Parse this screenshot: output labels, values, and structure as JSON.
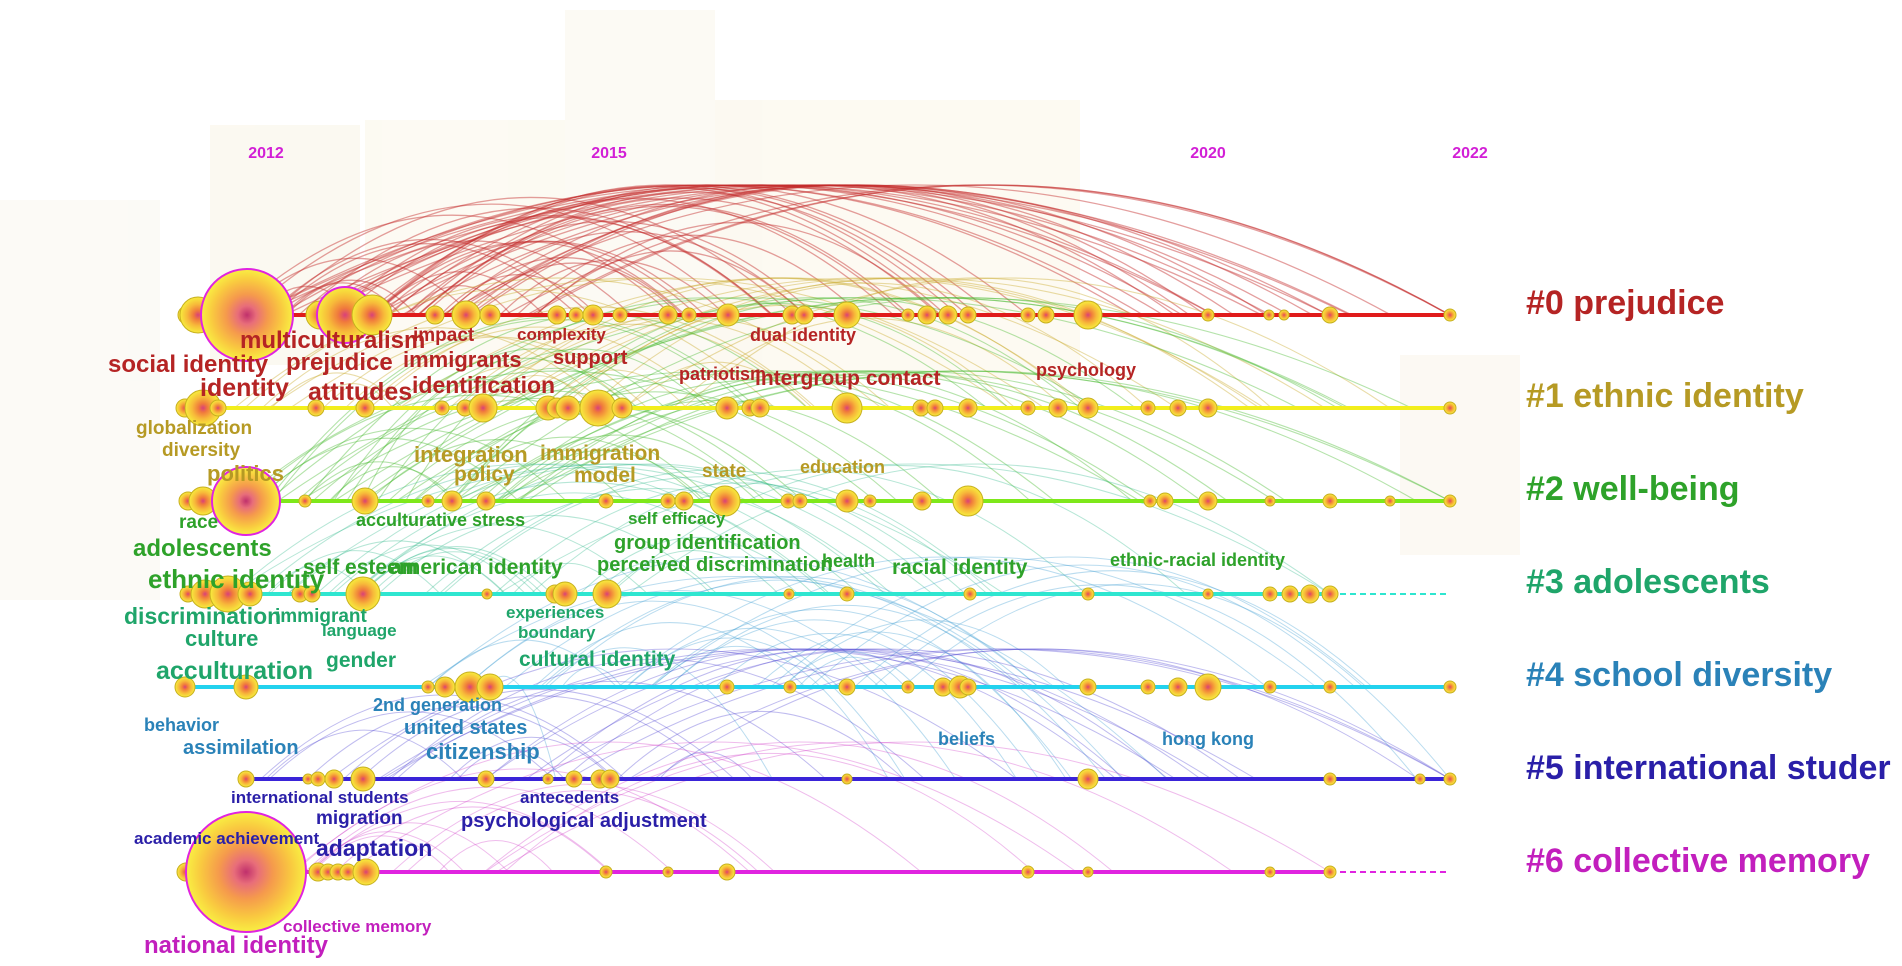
{
  "years": {
    "y2012": "2012",
    "y2015": "2015",
    "y2020": "2020",
    "y2022": "2022"
  },
  "colors": {
    "year": "#d21fd6",
    "c0": "#b52424",
    "c0line": "#e01b1b",
    "c1": "#b69a24",
    "c1line": "#f2ee1c",
    "c2": "#2ea22a",
    "c2line": "#7ee81a",
    "c3": "#1fa56a",
    "c3line": "#2ee6d0",
    "c4": "#2a82b8",
    "c4line": "#22d2ee",
    "c5": "#2a1fa8",
    "c5line": "#3a24d8",
    "c6": "#c21fbd",
    "c6line": "#e024e0"
  },
  "clusters": {
    "c0": "#0 prejudice",
    "c1": "#1 ethnic identity",
    "c2": "#2 well-being",
    "c3": "#3 adolescents",
    "c4": "#4 school diversity",
    "c5": "#5 international studer",
    "c6": "#6 collective memory"
  },
  "keywords": {
    "multiculturalism": "multiculturalism",
    "impact": "impact",
    "complexity": "complexity",
    "dual_identity": "dual identity",
    "social_identity": "social identity",
    "prejudice": "prejudice",
    "immigrants": "immigrants",
    "support": "support",
    "identity": "identity",
    "attitudes": "attitudes",
    "identification": "identification",
    "patriotism": "patriotism",
    "intergroup_contact": "intergroup contact",
    "psychology": "psychology",
    "globalization": "globalization",
    "diversity": "diversity",
    "politics": "politics",
    "integration": "integration",
    "immigration": "immigration",
    "policy": "policy",
    "model": "model",
    "state": "state",
    "education": "education",
    "race": "race",
    "acculturative_stress": "acculturative stress",
    "self_efficacy": "self efficacy",
    "adolescents": "adolescents",
    "group_identification": "group identification",
    "ethnic_identity": "ethnic identity",
    "self_esteem": "self esteem",
    "american_identity": "american identity",
    "perceived_discrimination": "perceived discrimination",
    "health": "health",
    "racial_identity": "racial identity",
    "ethnic_racial_identity": "ethnic-racial identity",
    "discrimination": "discrimination",
    "immigrant": "immigrant",
    "experiences": "experiences",
    "culture": "culture",
    "language": "language",
    "boundary": "boundary",
    "acculturation": "acculturation",
    "gender": "gender",
    "cultural_identity": "cultural identity",
    "second_generation": "2nd generation",
    "behavior": "behavior",
    "united_states": "united states",
    "assimilation": "assimilation",
    "citizenship": "citizenship",
    "beliefs": "beliefs",
    "hong_kong": "hong kong",
    "international_students": "international students",
    "antecedents": "antecedents",
    "migration": "migration",
    "psychological_adjustment": "psychological adjustment",
    "academic_achievement": "academic achievement",
    "adaptation": "adaptation",
    "collective_memory": "collective memory",
    "national_identity": "national identity"
  }
}
